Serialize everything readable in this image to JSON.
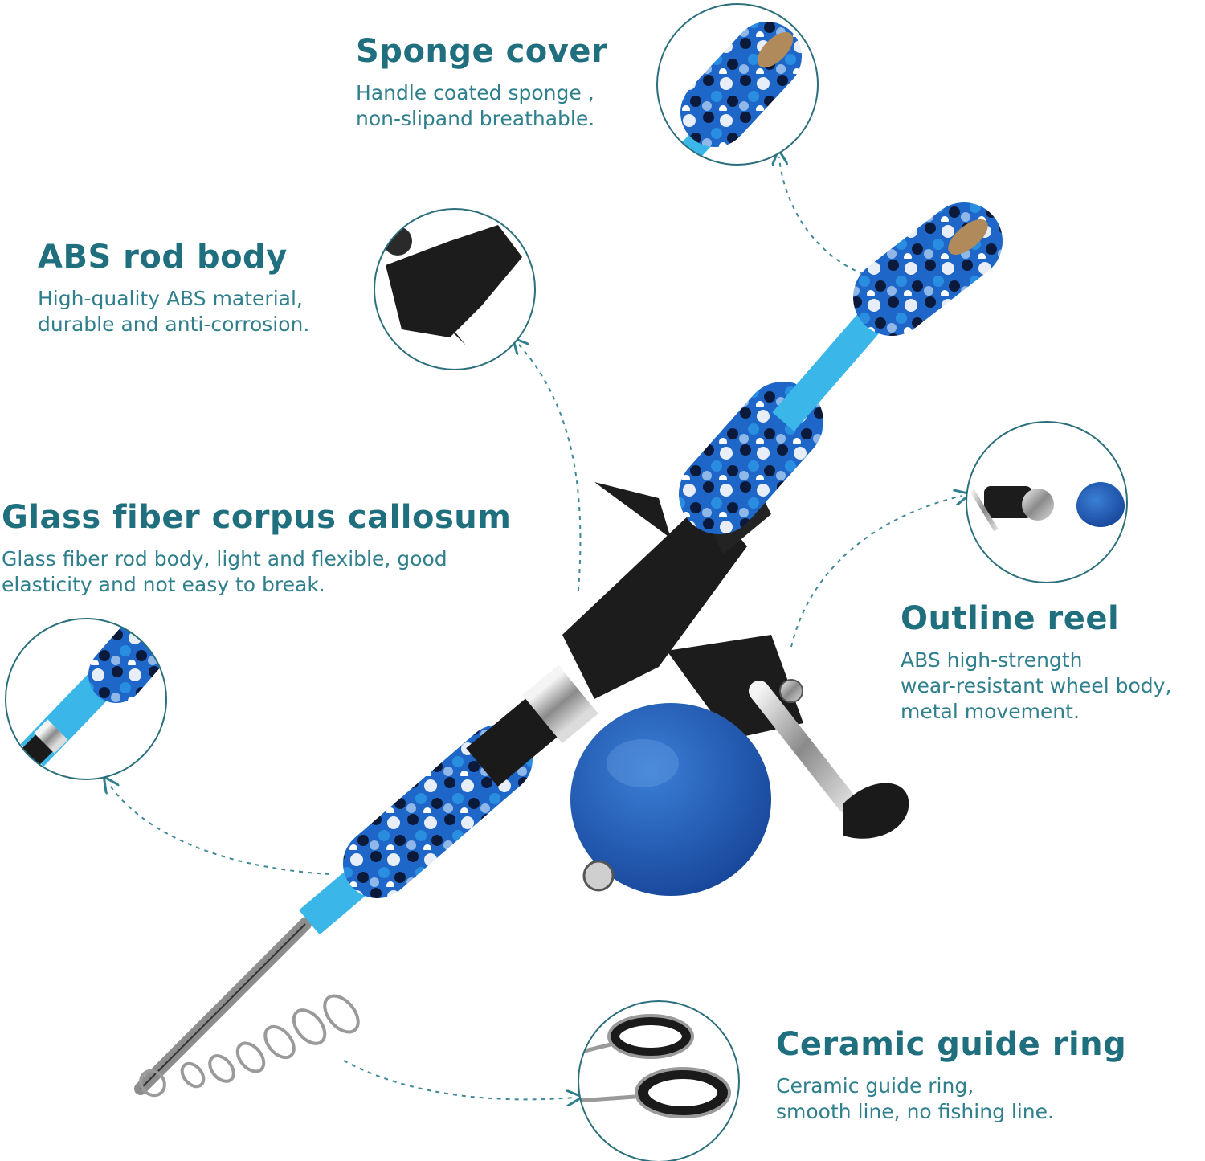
{
  "accent_color": "#1f6f7e",
  "text_color": "#2f7f8c",
  "rod_color": "#3ab7e8",
  "reel_color": "#1f5fb5",
  "features": [
    {
      "title": "Sponge cover",
      "lines": [
        "Handle coated sponge ,",
        "non-slipand breathable."
      ],
      "icon": "foam-handle-closeup-icon"
    },
    {
      "title": "ABS rod body",
      "lines": [
        "High-quality ABS material,",
        "durable and anti-corrosion."
      ],
      "icon": "abs-trigger-grip-closeup-icon"
    },
    {
      "title": "Glass fiber corpus callosum",
      "lines": [
        "Glass fiber rod body, light and flexible, good",
        "elasticity and not easy to break."
      ],
      "icon": "glass-fiber-blank-closeup-icon"
    },
    {
      "title": "Outline reel",
      "lines": [
        "ABS high-strength",
        "wear-resistant wheel body,",
        "metal movement."
      ],
      "icon": "spincast-reel-closeup-icon"
    },
    {
      "title": "Ceramic guide ring",
      "lines": [
        "Ceramic guide ring,",
        "smooth line, no fishing line."
      ],
      "icon": "guide-ring-closeup-icon"
    }
  ]
}
